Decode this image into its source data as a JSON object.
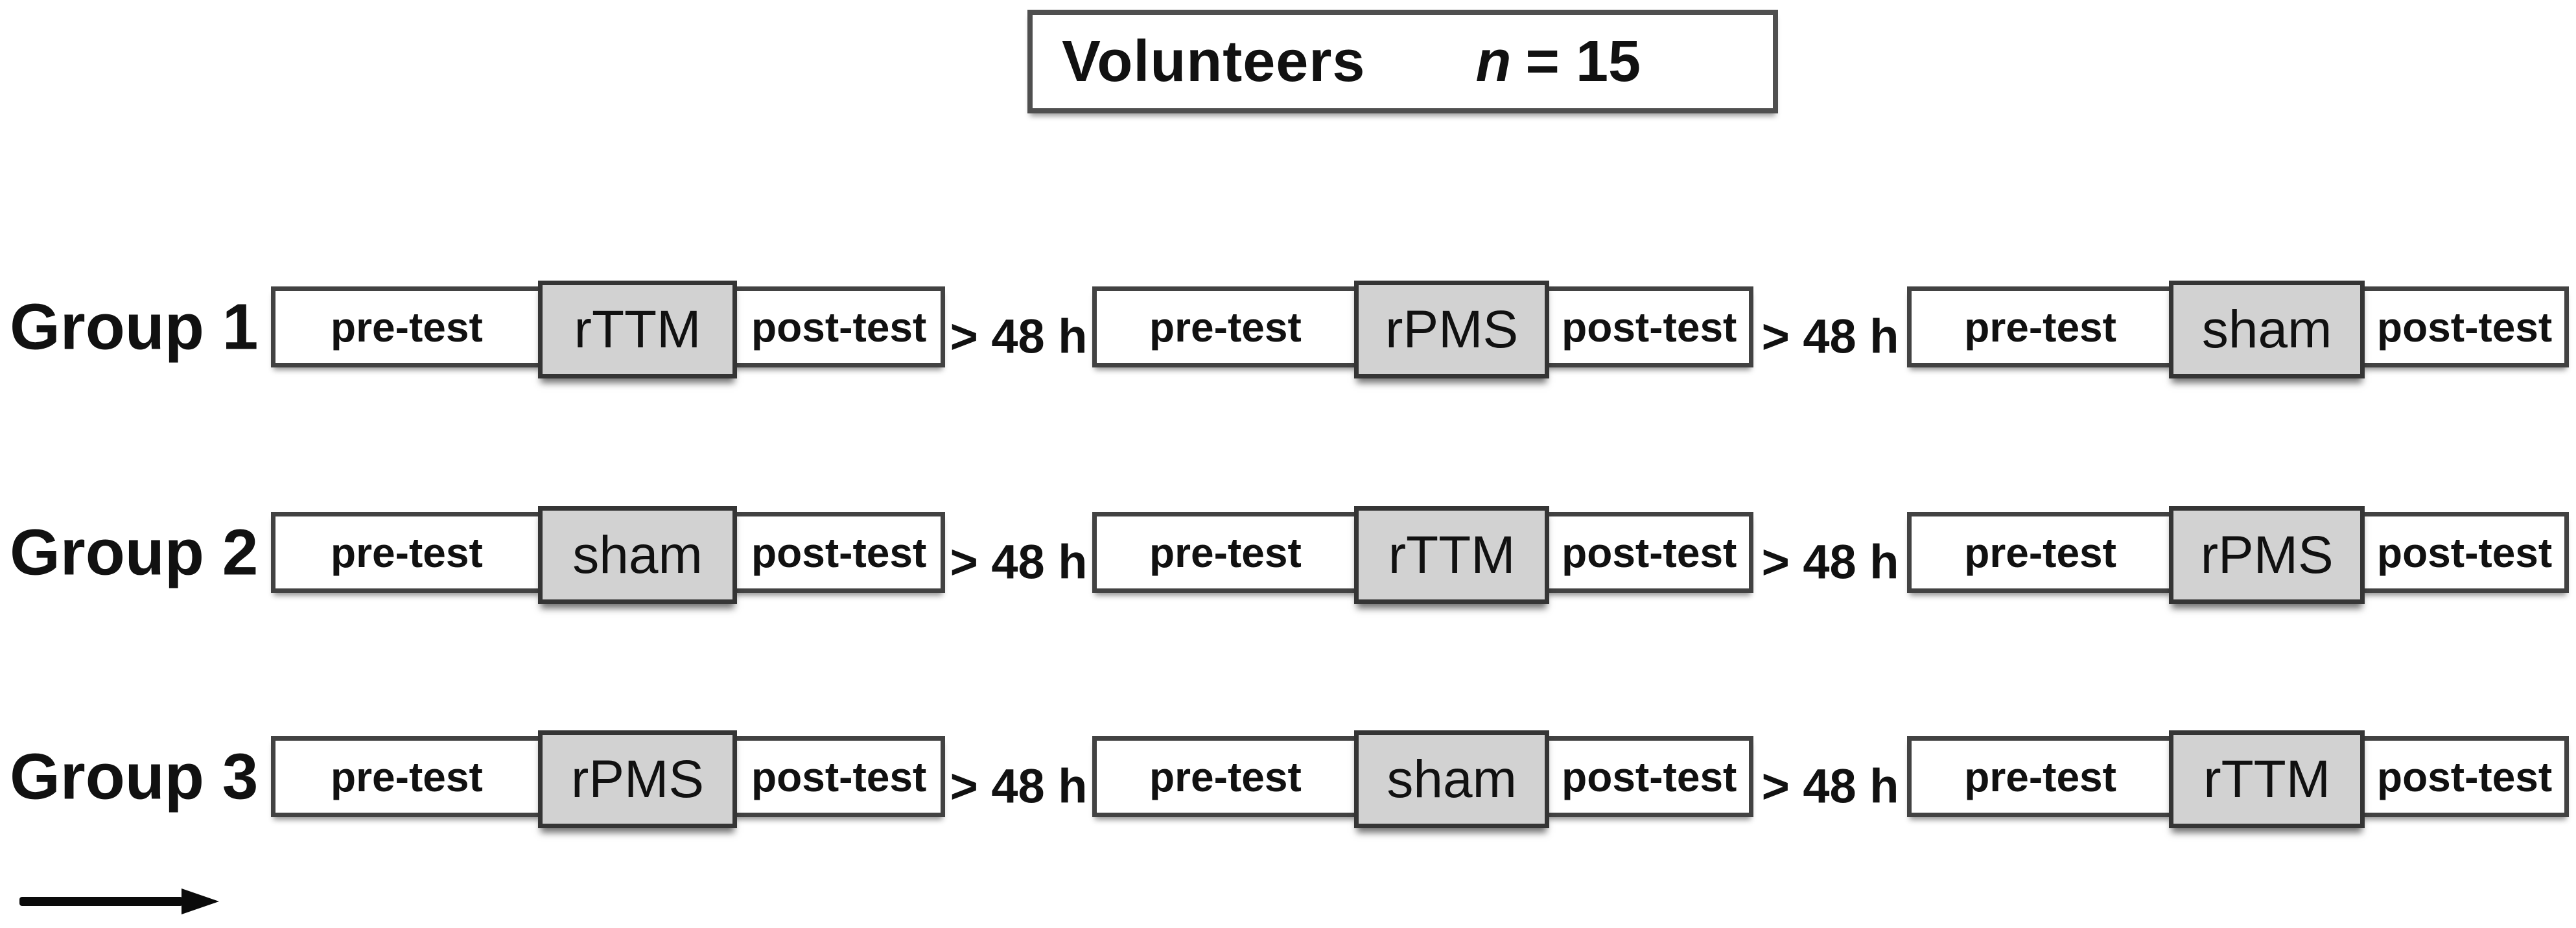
{
  "diagram": {
    "title_box": {
      "label": "Volunteers",
      "n_var": "n",
      "n_rest": "= 15"
    },
    "groups": [
      {
        "name": "Group 1",
        "sessions": [
          {
            "pre": "pre-test",
            "treatment": "rTTM",
            "post": "post-test"
          },
          {
            "pre": "pre-test",
            "treatment": "rPMS",
            "post": "post-test"
          },
          {
            "pre": "pre-test",
            "treatment": "sham",
            "post": "post-test"
          }
        ],
        "intervals": [
          "> 48 h",
          "> 48 h"
        ]
      },
      {
        "name": "Group 2",
        "sessions": [
          {
            "pre": "pre-test",
            "treatment": "sham",
            "post": "post-test"
          },
          {
            "pre": "pre-test",
            "treatment": "rTTM",
            "post": "post-test"
          },
          {
            "pre": "pre-test",
            "treatment": "rPMS",
            "post": "post-test"
          }
        ],
        "intervals": [
          "> 48 h",
          "> 48 h"
        ]
      },
      {
        "name": "Group 3",
        "sessions": [
          {
            "pre": "pre-test",
            "treatment": "rPMS",
            "post": "post-test"
          },
          {
            "pre": "pre-test",
            "treatment": "sham",
            "post": "post-test"
          },
          {
            "pre": "pre-test",
            "treatment": "rTTM",
            "post": "post-test"
          }
        ],
        "intervals": [
          "> 48 h",
          "> 48 h"
        ]
      }
    ],
    "colors": {
      "treatment_fill": "#d2d2d2",
      "box_border": "#424242",
      "text": "#111111",
      "arrow": "#0a0a0a"
    },
    "icons": {
      "timeline_arrow": "right-arrow-icon"
    }
  }
}
